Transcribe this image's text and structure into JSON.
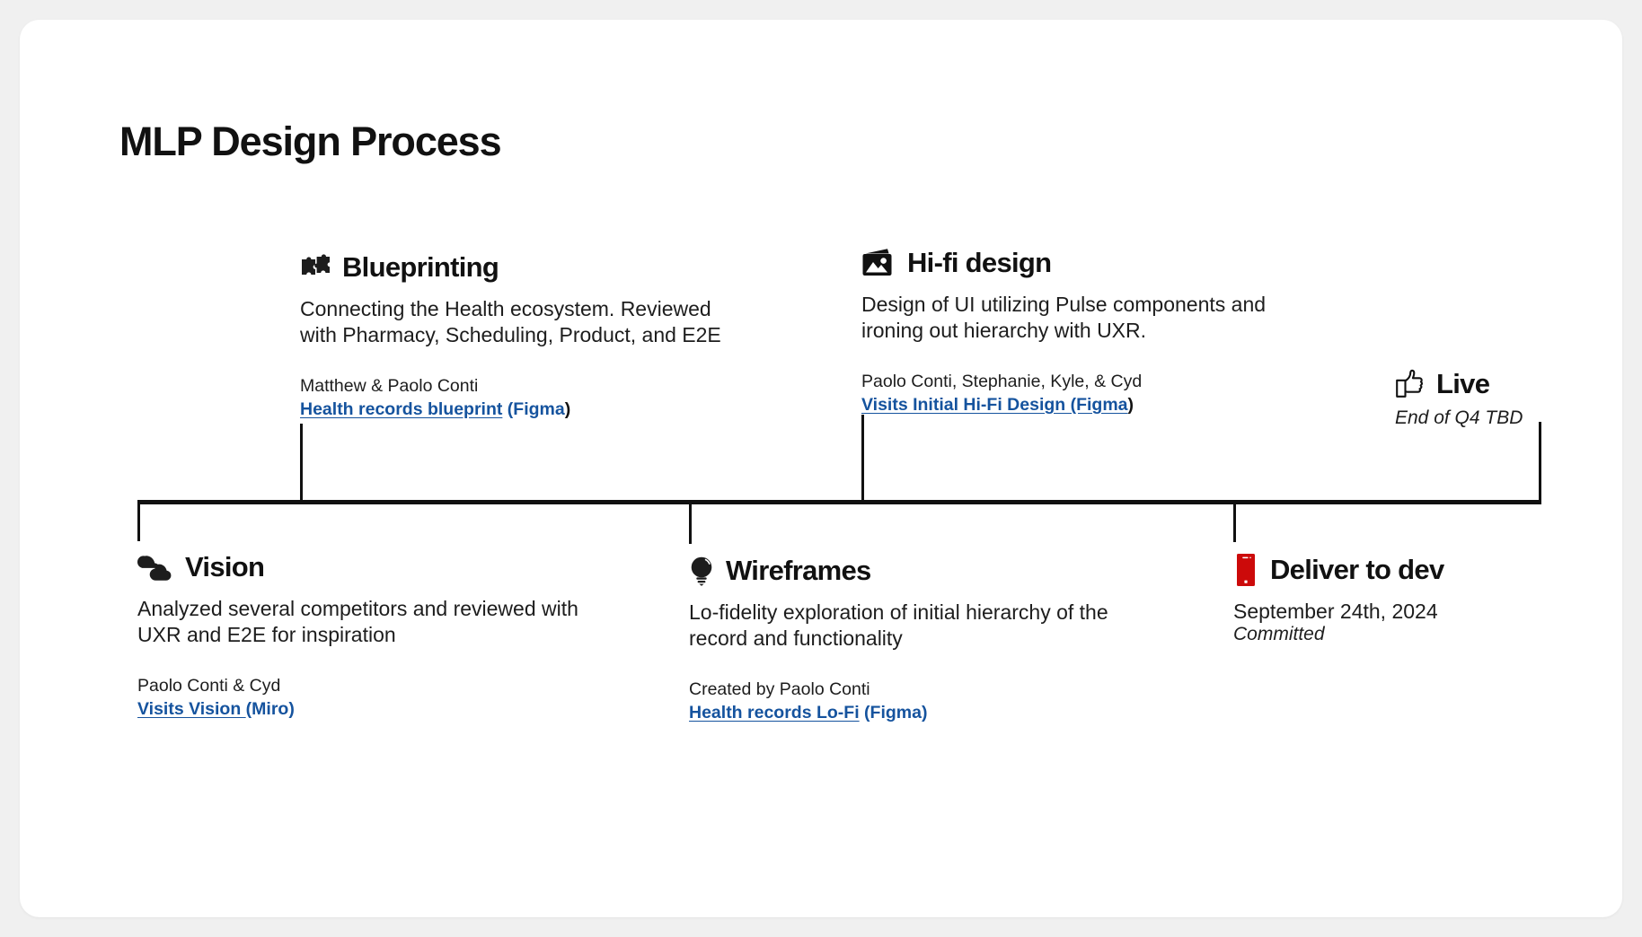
{
  "title": "MLP Design Process",
  "theme": {
    "backdrop": "#f0f0f0",
    "card": "#ffffff",
    "ink": "#111111",
    "link": "#15539e",
    "accent_red": "#cc0a0a"
  },
  "milestones": [
    {
      "id": "blueprinting",
      "name": "Blueprinting",
      "icon": "puzzle-pieces-icon",
      "position": "above",
      "description": "Connecting the Health ecosystem. Reviewed with Pharmacy, Scheduling, Product, and E2E",
      "people": "Matthew & Paolo Conti",
      "link_text": "Health records blueprint",
      "link_suffix": "(Figma",
      "link_tail": ")"
    },
    {
      "id": "hifi",
      "name": "Hi-fi design",
      "icon": "photos-stack-icon",
      "position": "above",
      "description": "Design of UI utilizing Pulse components and ironing out hierarchy with UXR.",
      "people": "Paolo Conti, Stephanie, Kyle, & Cyd",
      "link_text": "Visits Initial Hi-Fi Design (Figma",
      "link_suffix": "",
      "link_tail": ")"
    },
    {
      "id": "live",
      "name": "Live",
      "icon": "thumbs-up-icon",
      "position": "above",
      "meta_italic": "End of Q4 TBD"
    },
    {
      "id": "vision",
      "name": "Vision",
      "icon": "clouds-icon",
      "position": "below",
      "description": "Analyzed several competitors and reviewed with UXR and E2E for inspiration",
      "people": "Paolo Conti & Cyd",
      "link_text": "Visits Vision ",
      "link_suffix": "(Miro)",
      "link_tail": ""
    },
    {
      "id": "wireframes",
      "name": "Wireframes",
      "icon": "lightbulb-icon",
      "position": "below",
      "description": "Lo-fidelity exploration of initial hierarchy of the record and functionality",
      "people": "Created by Paolo Conti",
      "link_text": "Health records Lo-Fi",
      "link_suffix": " (Figma)",
      "link_tail": ""
    },
    {
      "id": "deliver",
      "name": "Deliver to dev",
      "icon": "mobile-phone-icon",
      "position": "below",
      "meta": "September 24th, 2024",
      "meta_italic": "Committed"
    }
  ]
}
